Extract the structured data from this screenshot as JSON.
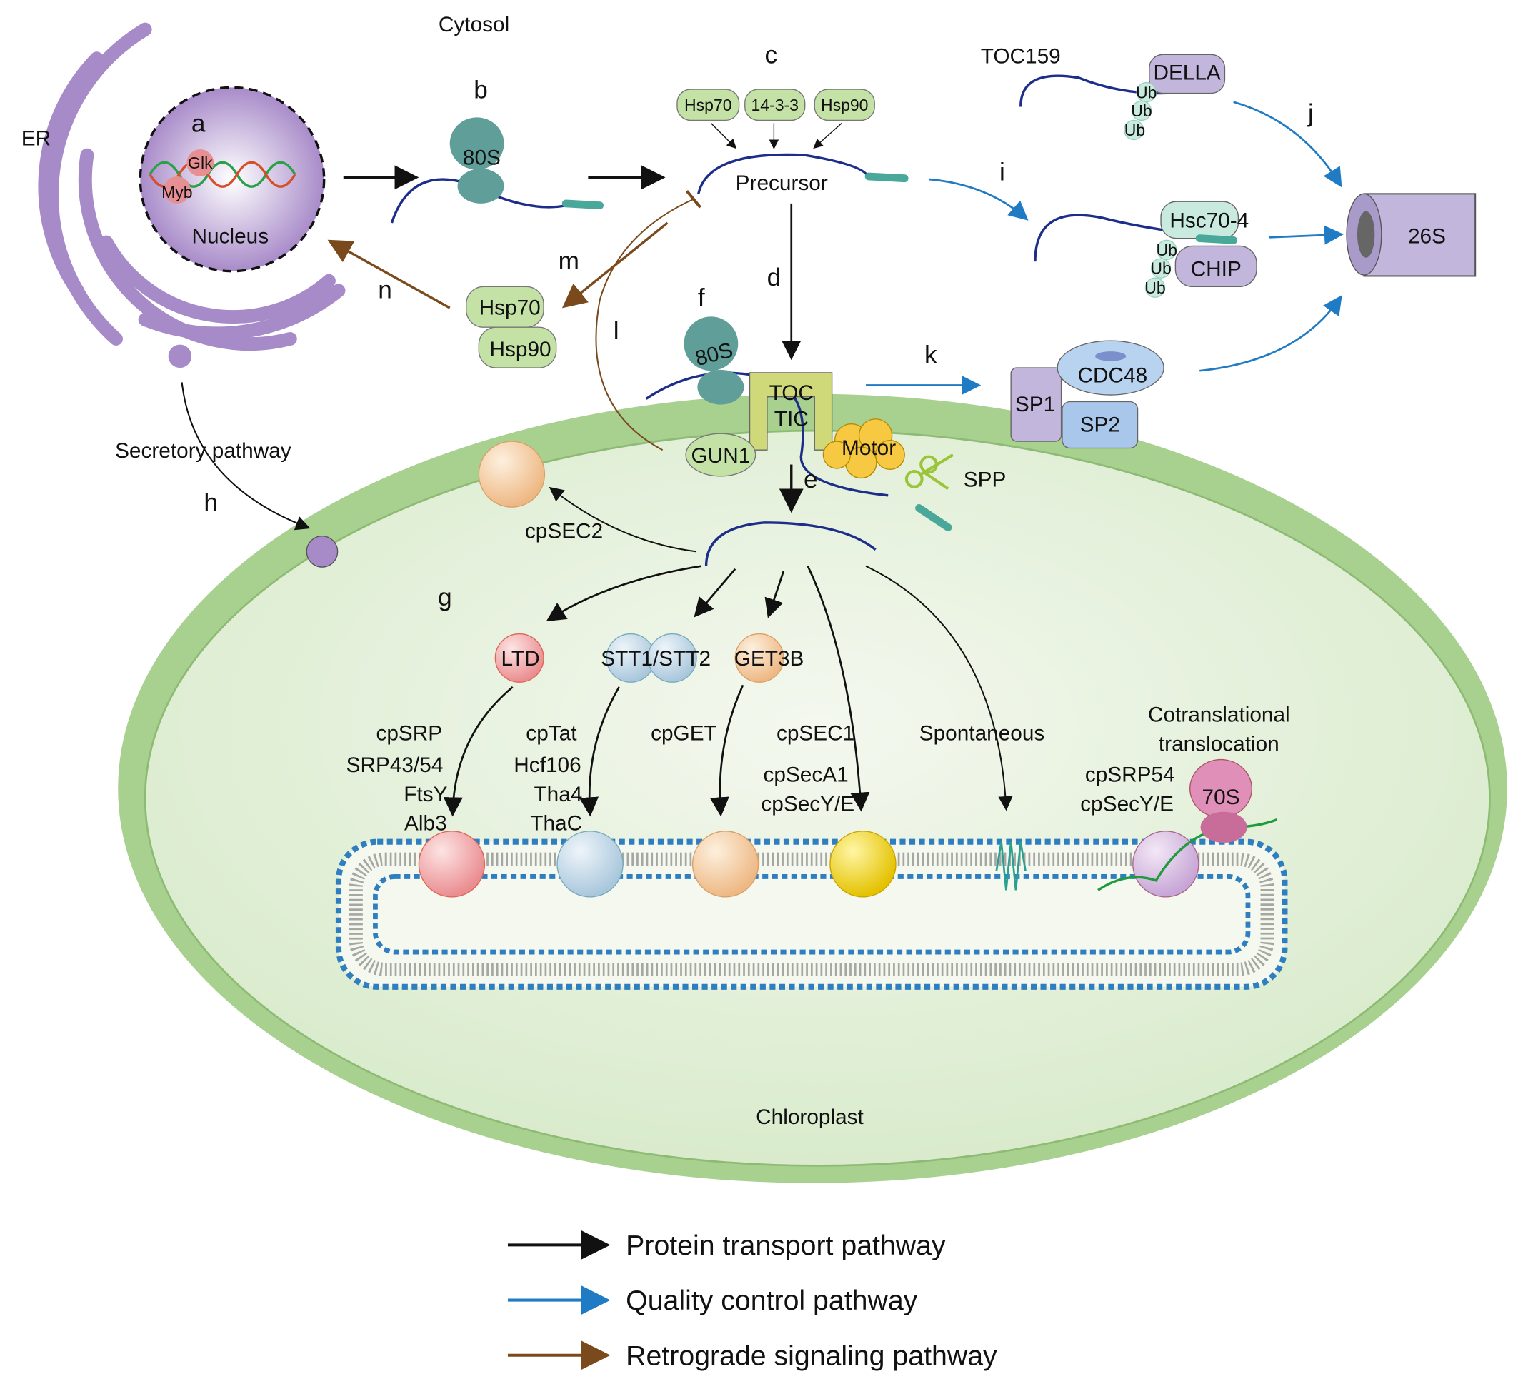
{
  "regions": {
    "cytosol": "Cytosol",
    "er": "ER",
    "nucleus": "Nucleus",
    "chloroplast": "Chloroplast"
  },
  "letters": {
    "a": "a",
    "b": "b",
    "c": "c",
    "d": "d",
    "e": "e",
    "f": "f",
    "g": "g",
    "h": "h",
    "i": "i",
    "j": "j",
    "k": "k",
    "l": "l",
    "m": "m",
    "n": "n"
  },
  "nucleus": {
    "glk": "Glk",
    "myb": "Myb"
  },
  "cytosol": {
    "ribosome": "80S",
    "chaperones": [
      "Hsp70",
      "14-3-3",
      "Hsp90"
    ],
    "precursor": "Precursor",
    "retro_chaperones": [
      "Hsp70",
      "Hsp90"
    ],
    "secretory": "Secretory pathway"
  },
  "quality_control": {
    "toc159": "TOC159",
    "della": "DELLA",
    "ub": "Ub",
    "hsc70": "Hsc70-4",
    "chip": "CHIP",
    "proteasome": "26S",
    "sp1": "SP1",
    "sp2": "SP2",
    "cdc48": "CDC48"
  },
  "envelope": {
    "ribosome": "80S",
    "toc": "TOC",
    "tic": "TIC",
    "gun1": "GUN1",
    "motor": "Motor",
    "spp": "SPP",
    "cpsec2": "cpSEC2"
  },
  "stroma": {
    "ltd": "LTD",
    "stt": "STT1/STT2",
    "get3b": "GET3B",
    "cpsrp": [
      "cpSRP",
      "SRP43/54",
      "FtsY",
      "Alb3"
    ],
    "cptat": [
      "cpTat",
      "Hcf106",
      "Tha4",
      "ThaC"
    ],
    "cpget": "cpGET",
    "cpsec1": [
      "cpSEC1",
      "cpSecA1",
      "cpSecY/E"
    ],
    "spontaneous": "Spontaneous",
    "cotrans": [
      "Cotranslational",
      "translocation"
    ],
    "cotrans_parts": [
      "cpSRP54",
      "cpSecY/E"
    ],
    "ribosome70": "70S"
  },
  "legend": [
    {
      "label": "Protein transport pathway",
      "color": "#111111"
    },
    {
      "label": "Quality control pathway",
      "color": "#1f7bc4"
    },
    {
      "label": "Retrograde signaling pathway",
      "color": "#7a4a1c"
    }
  ]
}
